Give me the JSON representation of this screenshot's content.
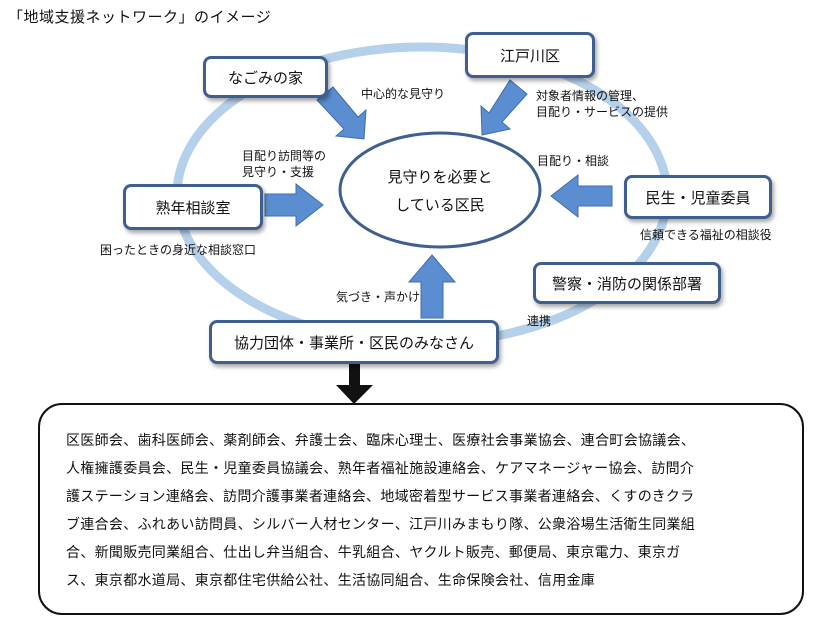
{
  "title": "「地域支援ネットワーク」のイメージ",
  "center": {
    "line1": "見守りを必要と",
    "line2": "している区民"
  },
  "nodes": {
    "nagomi": "なごみの家",
    "edogawa": "江戸川区",
    "jukunen": "熟年相談室",
    "minsei": "民生・児童委員",
    "police": "警察・消防の関係部署",
    "kyoryoku": "協力団体・事業所・区民のみなさん"
  },
  "labels": {
    "nagomi_role": "中心的な見守り",
    "edogawa_role_1": "対象者情報の管理、",
    "edogawa_role_2": "目配り・サービスの提供",
    "jukunen_role_1": "目配り訪問等の",
    "jukunen_role_2": "見守り・支援",
    "jukunen_desc": "困ったときの身近な相談窓口",
    "minsei_role": "目配り・相談",
    "minsei_desc": "信頼できる福祉の相談役",
    "kyoryoku_role": "気づき・声かけ",
    "police_role": "連携"
  },
  "members": {
    "line1": "区医師会、歯科医師会、薬剤師会、弁護士会、臨床心理士、医療社会事業協会、連合町会協議会、",
    "line2": "人権擁護委員会、民生・児童委員協議会、熟年者福祉施設連絡会、ケアマネージャー協会、訪問介",
    "line3": "護ステーション連絡会、訪問介護事業者連絡会、地域密着型サービス事業者連絡会、くすのきクラ",
    "line4": "ブ連合会、ふれあい訪問員、シルバー人材センター、江戸川みまもり隊、公衆浴場生活衛生同業組",
    "line5": "合、新聞販売同業組合、仕出し弁当組合、牛乳組合、ヤクルト販売、郵便局、東京電力、東京ガ",
    "line6": "ス、東京都水道局、東京都住宅供給公社、生活協同組合、生命保険会社、信用金庫"
  },
  "colors": {
    "ring": "#b5d0ea",
    "arrow": "#5b8ed0",
    "arrow_edge": "#3d6db0",
    "box_border": "#3f5f8f"
  }
}
